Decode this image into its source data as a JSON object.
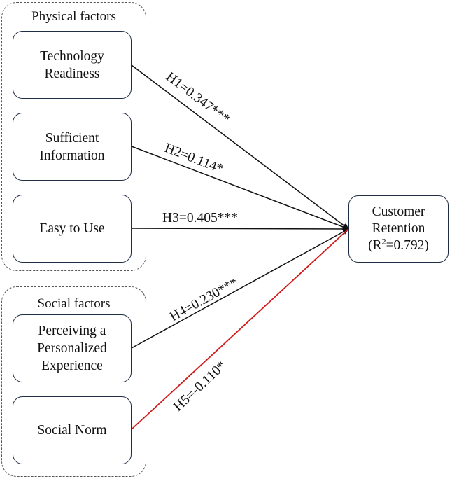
{
  "groups": {
    "physical": {
      "title": "Physical factors"
    },
    "social": {
      "title": "Social factors"
    }
  },
  "factors": {
    "technology_readiness": "Technology\nReadiness",
    "sufficient_information": "Sufficient\nInformation",
    "easy_to_use": "Easy to Use",
    "personalized_experience": "Perceiving a\nPersonalized\nExperience",
    "social_norm": "Social Norm"
  },
  "outcome": {
    "line1": "Customer",
    "line2": "Retention",
    "r2_prefix": "(R",
    "r2_sup": "2",
    "r2_suffix": "=0.792)"
  },
  "hypotheses": [
    {
      "id": "H1",
      "label": "H1=0.347***",
      "color": "#111111"
    },
    {
      "id": "H2",
      "label": "H2=0.114*",
      "color": "#111111"
    },
    {
      "id": "H3",
      "label": "H3=0.405***",
      "color": "#111111"
    },
    {
      "id": "H4",
      "label": "H4=0.230***",
      "color": "#111111"
    },
    {
      "id": "H5",
      "label": "H5=-0.110*",
      "color": "#d11a1a"
    }
  ]
}
